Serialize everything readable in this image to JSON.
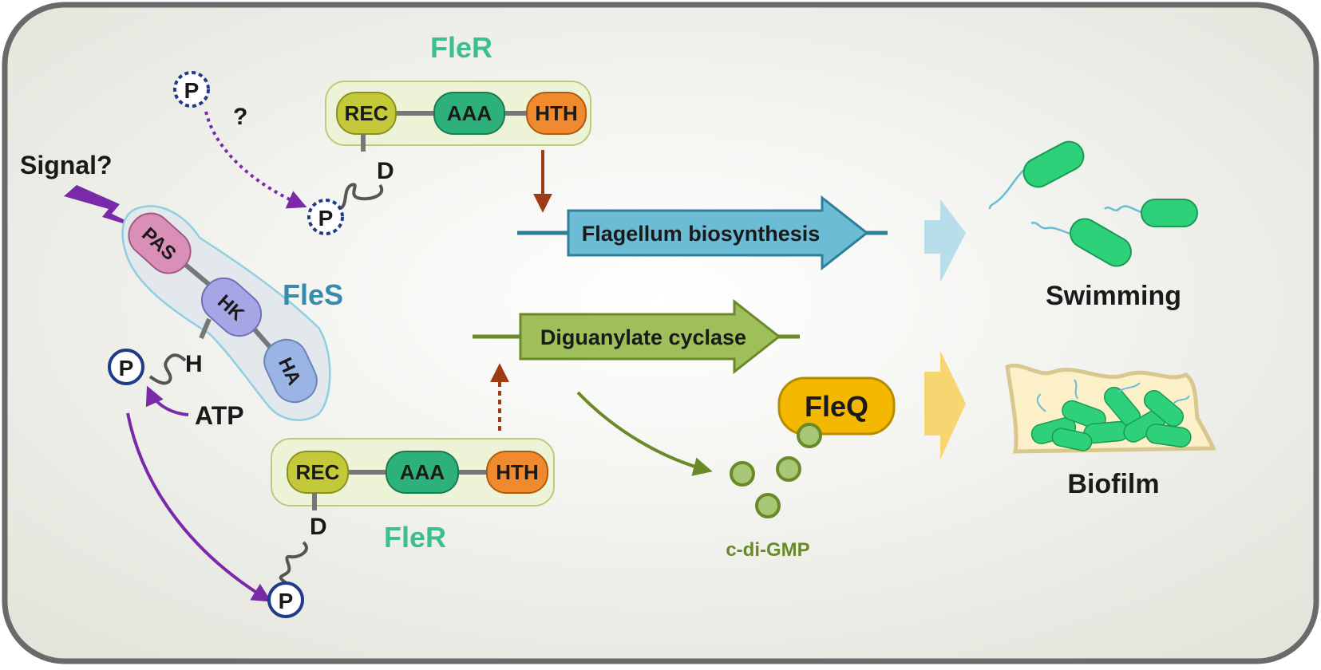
{
  "fler_top": {
    "name": "FleR",
    "domains": [
      "REC",
      "AAA",
      "HTH"
    ],
    "residue": "D",
    "phosphate": "P",
    "question": "?"
  },
  "fler_bottom": {
    "name": "FleR",
    "domains": [
      "REC",
      "AAA",
      "HTH"
    ],
    "residue": "D",
    "phosphate": "P"
  },
  "fles": {
    "name": "FleS",
    "domains": [
      "PAS",
      "HK",
      "HA"
    ],
    "residue": "H",
    "phosphate": "P"
  },
  "signal": "Signal?",
  "atp": "ATP",
  "genes": {
    "flagellum": "Flagellum biosynthesis",
    "dgc": "Diguanylate cyclase"
  },
  "fleq": "FleQ",
  "cdigmp": "c-di-GMP",
  "outcomes": {
    "swimming": "Swimming",
    "biofilm": "Biofilm"
  },
  "colors": {
    "fler_text": "#3dbf8c",
    "fles_text": "#3a8ab0",
    "rec": "#c4c93a",
    "aaa": "#2eb07a",
    "hth": "#ef8a2e",
    "pas": "#d98fb8",
    "hk": "#a6a6e6",
    "ha": "#9bb4e6",
    "flagellum_gene": "#6cbcd6",
    "dgc_gene": "#9fbf5a",
    "fleq": "#f5b800",
    "cdigmp": "#a8c878",
    "bacteria": "#2ed07a",
    "purple_arrow": "#7a2aa8"
  }
}
